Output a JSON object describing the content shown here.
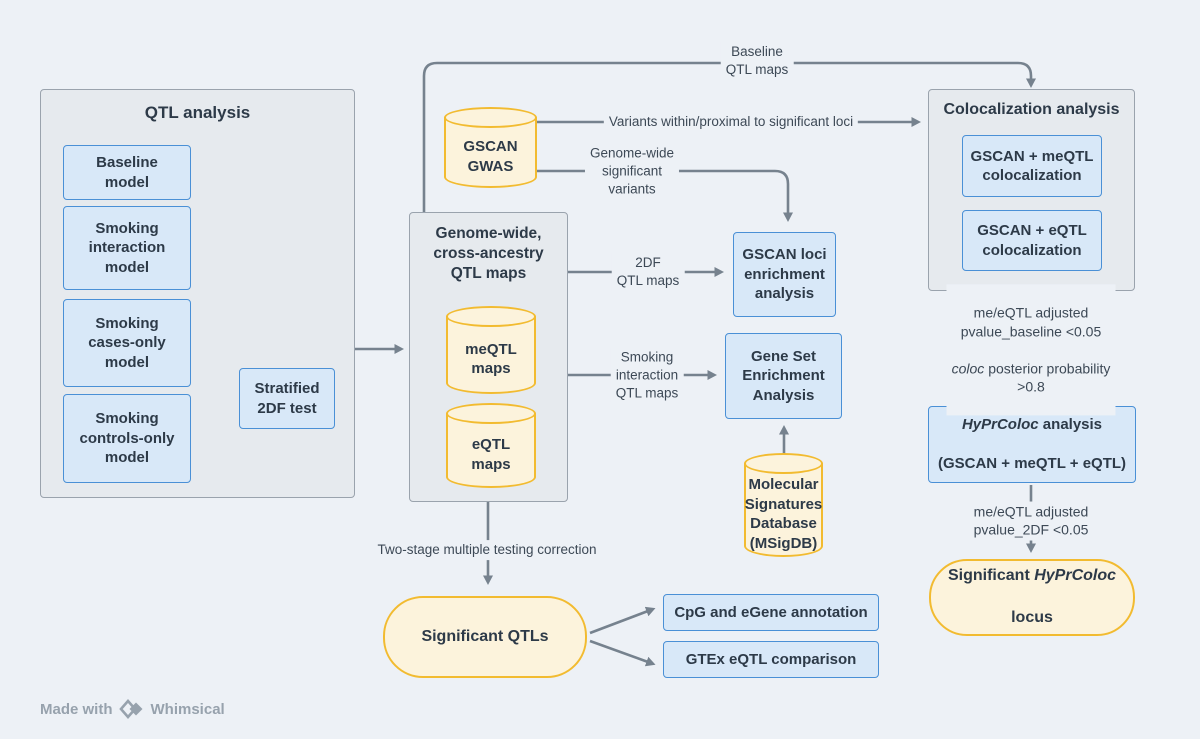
{
  "colors": {
    "bg": "#EDF1F6",
    "panel-fill": "#E6EAEE",
    "panel-border": "#9AA3AD",
    "blue-fill": "#D8E8F8",
    "blue-border": "#4A90D6",
    "yellow-fill": "#FCF3DC",
    "yellow-border": "#F2BB30",
    "arrow": "#76828E",
    "text-dark": "#2D3A48",
    "text-label": "#3D4956",
    "footer-text": "#97A2AD"
  },
  "qtl_analysis": {
    "title": "QTL analysis",
    "models": {
      "baseline": "Baseline\nmodel",
      "interaction": "Smoking\ninteraction\nmodel",
      "cases": "Smoking\ncases-only\nmodel",
      "controls": "Smoking\ncontrols-only\nmodel"
    },
    "stratified": "Stratified\n2DF test"
  },
  "gwas_db": "GSCAN\nGWAS",
  "qtl_maps": {
    "title": "Genome-wide,\ncross-ancestry\nQTL maps",
    "meqtl_db": "meQTL\nmaps",
    "eqtl_db": "eQTL\nmaps"
  },
  "enrichment": {
    "gscan_loci": "GSCAN loci\nenrichment\nanalysis",
    "gsea": "Gene Set\nEnrichment\nAnalysis",
    "msigdb_db": "Molecular\nSignatures\nDatabase\n(MSigDB)"
  },
  "colocalization": {
    "title": "Colocalization analysis",
    "meqtl_box": "GSCAN + meQTL\ncolocalization",
    "eqtl_box": "GSCAN + eQTL\ncolocalization"
  },
  "hyprcoloc": {
    "name_italic": "HyPrColoc",
    "name_rest": " analysis",
    "line2": "(GSCAN + meQTL + eQTL)"
  },
  "significant_locus": {
    "line1_pre": "Significant ",
    "line1_italic": "HyPrColoc",
    "line2": "locus"
  },
  "significant_qtls": "Significant QTLs",
  "annotation": {
    "cpg": "CpG and eGene annotation",
    "gtex": "GTEx eQTL comparison"
  },
  "edge_labels": {
    "baseline_maps": "Baseline\nQTL maps",
    "variants": "Variants within/proximal to significant loci",
    "genome_wide_sig": "Genome-wide\nsignificant\nvariants",
    "df2_maps": "2DF\nQTL maps",
    "smoking_maps": "Smoking\ninteraction\nQTL maps",
    "two_stage": "Two-stage multiple testing correction",
    "pvalue_baseline": "me/eQTL adjusted pvalue_baseline <0.05",
    "coloc_italic": "coloc",
    "coloc_rest": " posterior probability >0.8",
    "pvalue_2df": "me/eQTL adjusted pvalue_2DF <0.05"
  },
  "footer": {
    "made_with": "Made with",
    "brand": "Whimsical"
  }
}
